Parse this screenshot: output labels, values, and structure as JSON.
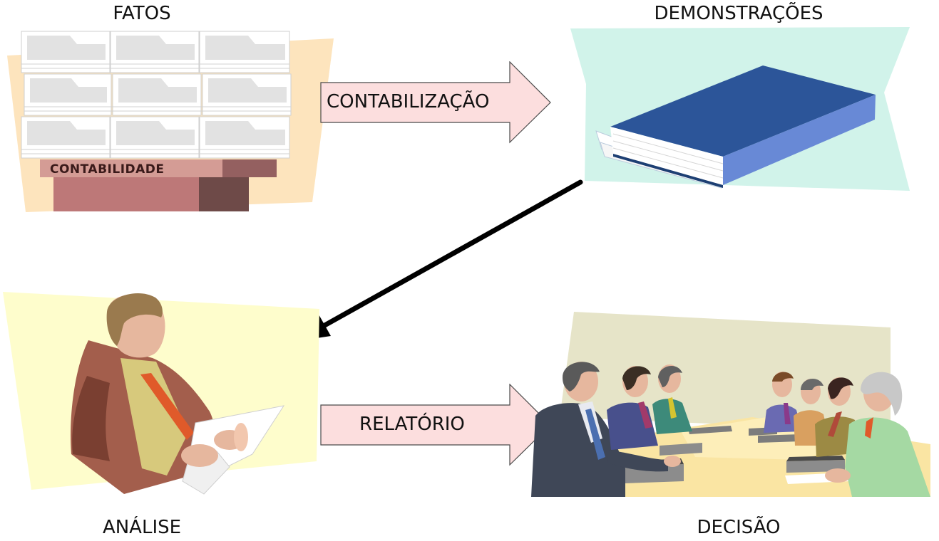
{
  "stages": {
    "fatos": "FATOS",
    "demonstracoes": "DEMONSTRAÇÕES",
    "analise": "ANÁLISE",
    "decisao": "DECISÃO"
  },
  "arrows": {
    "contabilizacao": "CONTABILIZAÇÃO",
    "relatorio": "RELATÓRIO"
  },
  "clipart": {
    "fatos_stamp": "CONTABILIDADE"
  },
  "colors": {
    "arrow_fill": "#fcdede",
    "arrow_stroke": "#4a4a4a",
    "fatos_bg": "#fde4bd",
    "demo_bg": "#d1f3ea",
    "book_blue": "#2c5599",
    "analise_bg": "#fefdcc",
    "decisao_bg": "#e6e4c8",
    "table": "#fae5a3"
  }
}
